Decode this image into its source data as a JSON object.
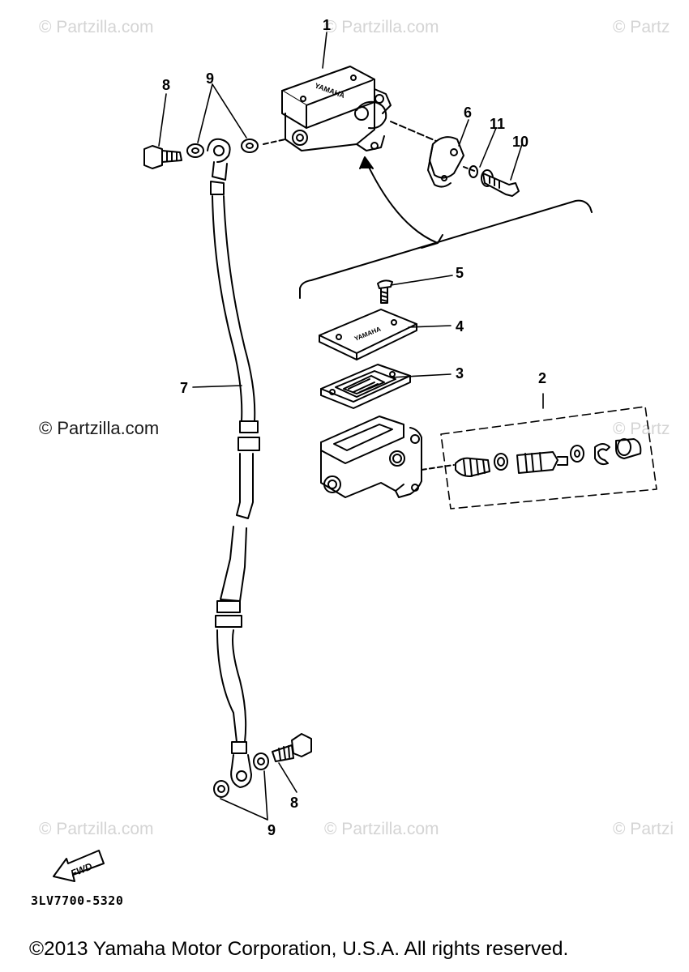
{
  "watermark": "© Partzilla.com",
  "watermark_partial": "© Partz",
  "watermark_partial2": "© Partzi",
  "brand_label": "YAMAHA",
  "fwd_label": "FWD",
  "callouts": {
    "c1": "1",
    "c2": "2",
    "c3": "3",
    "c4": "4",
    "c5": "5",
    "c6": "6",
    "c7": "7",
    "c8_top": "8",
    "c8_bottom": "8",
    "c9_top": "9",
    "c9_bottom": "9",
    "c10": "10",
    "c11": "11"
  },
  "diagram_code": "3LV7700-5320",
  "copyright": "©2013 Yamaha Motor Corporation, U.S.A. All rights reserved."
}
